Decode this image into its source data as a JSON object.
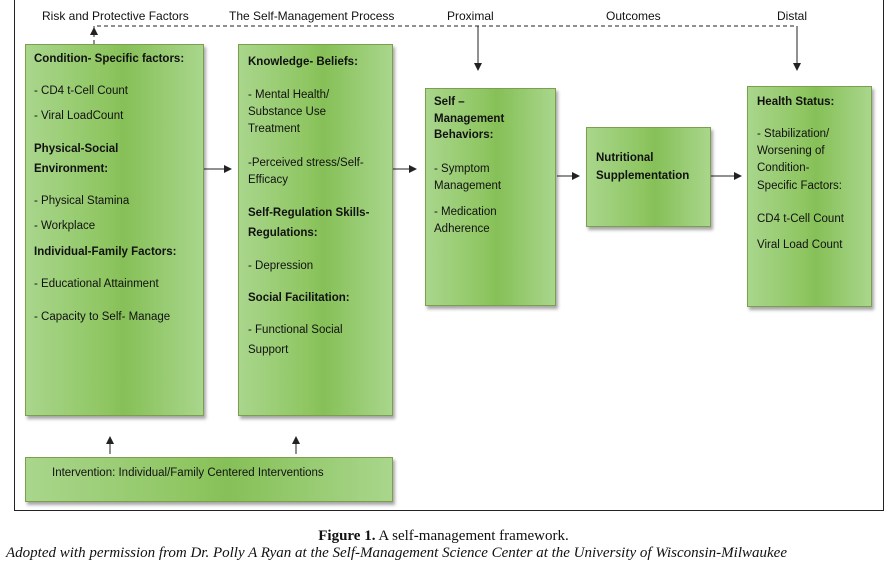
{
  "headers": {
    "risk": "Risk and Protective Factors",
    "process": "The Self-Management Process",
    "proximal": "Proximal",
    "outcomes": "Outcomes",
    "distal": "Distal"
  },
  "box1": {
    "h1": "Condition- Specific factors:",
    "i1": "- CD4 t-Cell Count",
    "i2": "- Viral LoadCount",
    "h2a": "Physical-Social",
    "h2b": "Environment:",
    "i3": " - Physical Stamina",
    "i4": " - Workplace",
    "h3": "Individual-Family Factors:",
    "i5": "- Educational Attainment",
    "i6": "- Capacity to Self- Manage"
  },
  "box2": {
    "h1": "Knowledge- Beliefs:",
    "i1a": " - Mental Health/",
    "i1b": "Substance Use",
    "i1c": "Treatment",
    "i2a": "-Perceived stress/Self-",
    "i2b": "  Efficacy",
    "h2a": "Self-Regulation Skills-",
    "h2b": "Regulations:",
    "i3": " - Depression",
    "h3": "Social Facilitation:",
    "i4a": "- Functional Social",
    "i4b": "Support"
  },
  "box3": {
    "h1a": "Self –",
    "h1b": "Management",
    "h1c": "Behaviors:",
    "i1a": " - Symptom",
    "i1b": "   Management",
    "i2a": " - Medication",
    "i2b": "Adherence"
  },
  "box4": {
    "h1a": "Nutritional",
    "h1b": "Supplementation"
  },
  "box5": {
    "h1": "Health Status:",
    "i1a": " - Stabilization/",
    "i1b": "Worsening of",
    "i1c": "Condition-",
    "i1d": "  Specific Factors:",
    "i2": "CD4 t-Cell Count",
    "i3": "Viral Load Count"
  },
  "intervention": {
    "label": "Intervention: Individual/Family Centered Interventions"
  },
  "caption": {
    "figure": "Figure 1.",
    "title": " A self-management framework.",
    "credit": "Adopted with permission from Dr. Polly A Ryan at the Self-Management Science Center at the University of Wisconsin-Milwaukee"
  },
  "colors": {
    "box_fill": "#8fc662",
    "box_border": "#7d9e4c",
    "line": "#222222"
  }
}
